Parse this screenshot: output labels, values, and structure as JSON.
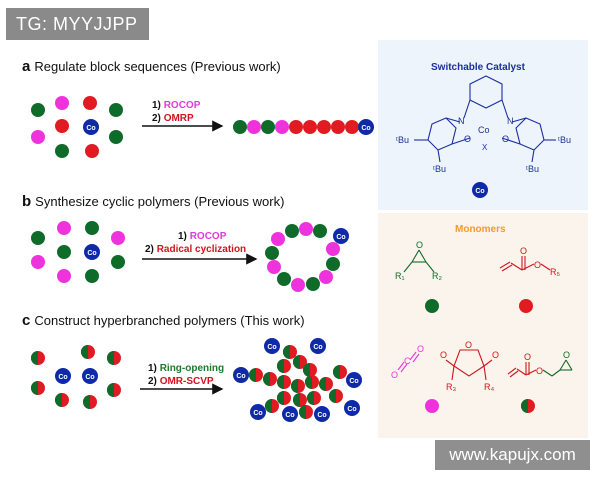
{
  "watermark_top": "TG: MYYJJPP",
  "watermark_bottom": "www.kapujx.com",
  "sections": [
    {
      "letter": "a",
      "title": "Regulate block sequences  (Previous work)",
      "step1_num": "1)",
      "step1": "ROCOP",
      "step2_num": "2)",
      "step2": "OMRP"
    },
    {
      "letter": "b",
      "title": "Synthesize cyclic polymers  (Previous work)",
      "step1_num": "1)",
      "step1": "ROCOP",
      "step2_num": "2)",
      "step2": "Radical cyclization"
    },
    {
      "letter": "c",
      "title": "Construct hyperbranched polymers (This work)",
      "step1_num": "1)",
      "step1": "Ring-opening",
      "step2_num": "2)",
      "step2": "OMR-SCVP"
    }
  ],
  "catalyst": {
    "title": "Switchable Catalyst",
    "metal": "Co",
    "labels": {
      "n1": "N",
      "n2": "N",
      "o1": "O",
      "o2": "O",
      "x": "X",
      "tbu1": "ᵗBu",
      "tbu2": "ᵗBu",
      "tbu3": "ᵗBu",
      "tbu4": "ᵗBu"
    }
  },
  "monomers": {
    "title": "Monomers",
    "labels": {
      "r1": "R₁",
      "r2": "R₂",
      "r3": "R₃",
      "r4": "R₄",
      "r5": "R₅",
      "o_ep": "O",
      "o_ac1": "O",
      "o_ac2": "O",
      "o_co2a": "O",
      "o_co2b": "O",
      "c_co2": "C",
      "o_anh1": "O",
      "o_anh2": "O",
      "o_anh3": "O",
      "o_g1": "O",
      "o_g2": "O",
      "o_g3": "O"
    }
  },
  "co_label": "Co",
  "colors": {
    "green": "#0f6b2a",
    "red": "#e11b22",
    "magenta": "#ee33dd",
    "navy": "#0f2aa8",
    "cat_text": "#1a2f9c",
    "mon_title": "#f39b2b",
    "rocop": "#e03ad8",
    "red_step": "#d0141c",
    "green_step": "#1b7a2c"
  }
}
